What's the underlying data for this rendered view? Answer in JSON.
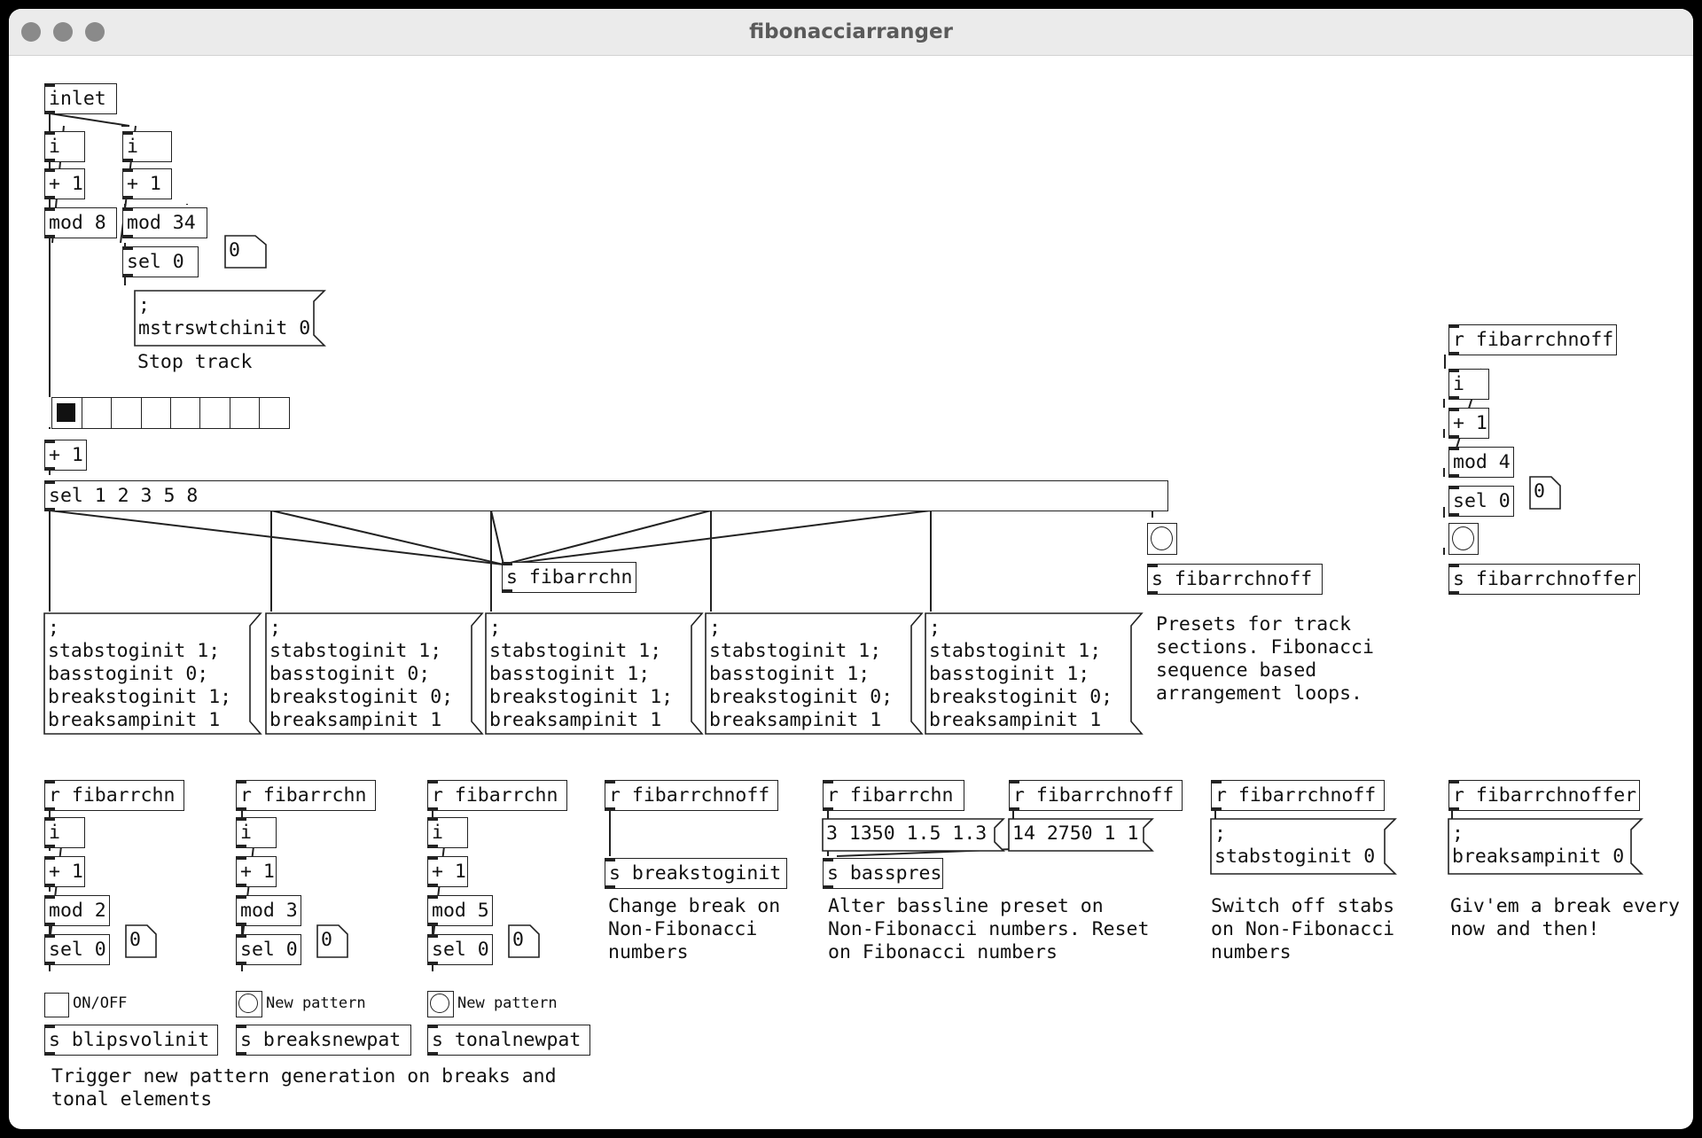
{
  "window": {
    "title": "fibonacciarranger"
  },
  "objects": {
    "inlet": "inlet",
    "i_a": "i",
    "add_a": "+ 1",
    "mod8": "mod 8",
    "i_b": "i",
    "add_b": "+ 1",
    "mod34": "mod 34",
    "sel0_b": "sel 0",
    "add_radio": "+ 1",
    "sel_main": "sel 1 2 3 5 8",
    "s_fibarrchn": "s fibarrchn",
    "s_fibarrchnoff": "s fibarrchnoff",
    "r_fibarrchnoff_right": "r fibarrchnoff",
    "i_c": "i",
    "add_c": "+ 1",
    "mod4": "mod 4",
    "sel0_c": "sel 0",
    "s_fibarrchnoffer": "s fibarrchnoffer",
    "r1": "r fibarrchn",
    "i1": "i",
    "add1": "+ 1",
    "mod2": "mod 2",
    "sel1": "sel 0",
    "s_blips": "s blipsvolinit",
    "r2": "r fibarrchn",
    "i2": "i",
    "add2": "+ 1",
    "mod3": "mod 3",
    "sel2": "sel 0",
    "s_breaksnew": "s breaksnewpat",
    "r3": "r fibarrchn",
    "i3": "i",
    "add3": "+ 1",
    "mod5": "mod 5",
    "sel3": "sel 0",
    "s_tonal": "s tonalnewpat",
    "r4": "r fibarrchnoff",
    "s_breakstog": "s breakstoginit",
    "r5": "r fibarrchn",
    "r6": "r fibarrchnoff",
    "s_basspres": "s basspres",
    "r7": "r fibarrchnoff",
    "r8": "r fibarrchnoffer"
  },
  "numbers": {
    "n_b": "0",
    "n_c": "0",
    "n1": "0",
    "n2": "0",
    "n3": "0"
  },
  "messages": {
    "mstr": ";\nmstrswtchinit 0",
    "m1": ";\nstabstoginit 1;\nbasstoginit 0;\nbreakstoginit 1;\nbreaksampinit 1",
    "m2": ";\nstabstoginit 1;\nbasstoginit 0;\nbreakstoginit 0;\nbreaksampinit 1",
    "m3": ";\nstabstoginit 1;\nbasstoginit 1;\nbreakstoginit 1;\nbreaksampinit 1",
    "m4": ";\nstabstoginit 1;\nbasstoginit 1;\nbreakstoginit 0;\nbreaksampinit 1",
    "m5": ";\nstabstoginit 1;\nbasstoginit 1;\nbreakstoginit 0;\nbreaksampinit 1",
    "bass1": "3 1350 1.5 1.3",
    "bass2": "14 2750 1 1",
    "stabs_off": ";\nstabstoginit 0",
    "breaksamp_off": ";\nbreaksampinit 0"
  },
  "comments": {
    "stop": "Stop track",
    "presets": "Presets for track\nsections. Fibonacci\nsequence based\narrangement loops.",
    "trigger": "Trigger new pattern generation on breaks and\ntonal elements",
    "breakchange": "Change break on\nNon-Fibonacci\nnumbers",
    "bassline": "Alter bassline preset on\nNon-Fibonacci numbers. Reset\non Fibonacci numbers",
    "stabsoff": "Switch off stabs\non Non-Fibonacci\nnumbers",
    "giv": "Giv'em a break every\nnow and then!"
  },
  "labels": {
    "onoff": "ON/OFF",
    "newpat1": "New pattern",
    "newpat2": "New pattern"
  },
  "radio": {
    "cells": 8,
    "selected": 0
  }
}
